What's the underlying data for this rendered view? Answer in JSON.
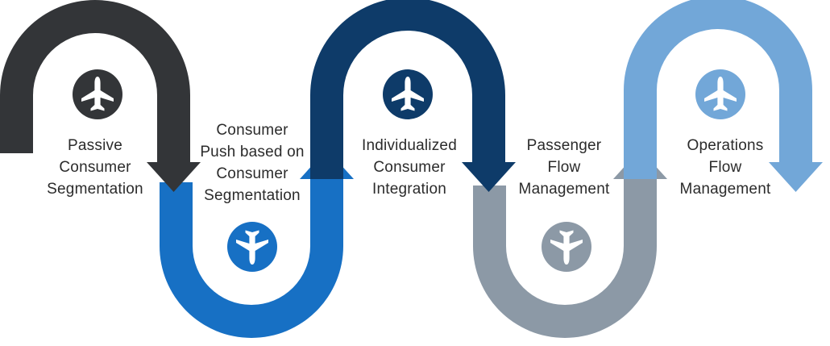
{
  "diagram": {
    "steps": [
      {
        "lines": [
          "Passive",
          "Consumer",
          "Segmentation"
        ],
        "color": "#333538",
        "icon": "airplane-takeoff-icon"
      },
      {
        "lines": [
          "Consumer",
          "Push based on",
          "Consumer",
          "Segmentation"
        ],
        "color": "#1770C4",
        "icon": "airplane-landing-icon"
      },
      {
        "lines": [
          "Individualized",
          "Consumer",
          "Integration"
        ],
        "color": "#0E3B69",
        "icon": "airplane-takeoff-icon"
      },
      {
        "lines": [
          "Passenger",
          "Flow",
          "Management"
        ],
        "color": "#8C99A6",
        "icon": "airplane-landing-icon"
      },
      {
        "lines": [
          "Operations",
          "Flow",
          "Management"
        ],
        "color": "#72A7D8",
        "icon": "airplane-takeoff-icon"
      }
    ]
  }
}
